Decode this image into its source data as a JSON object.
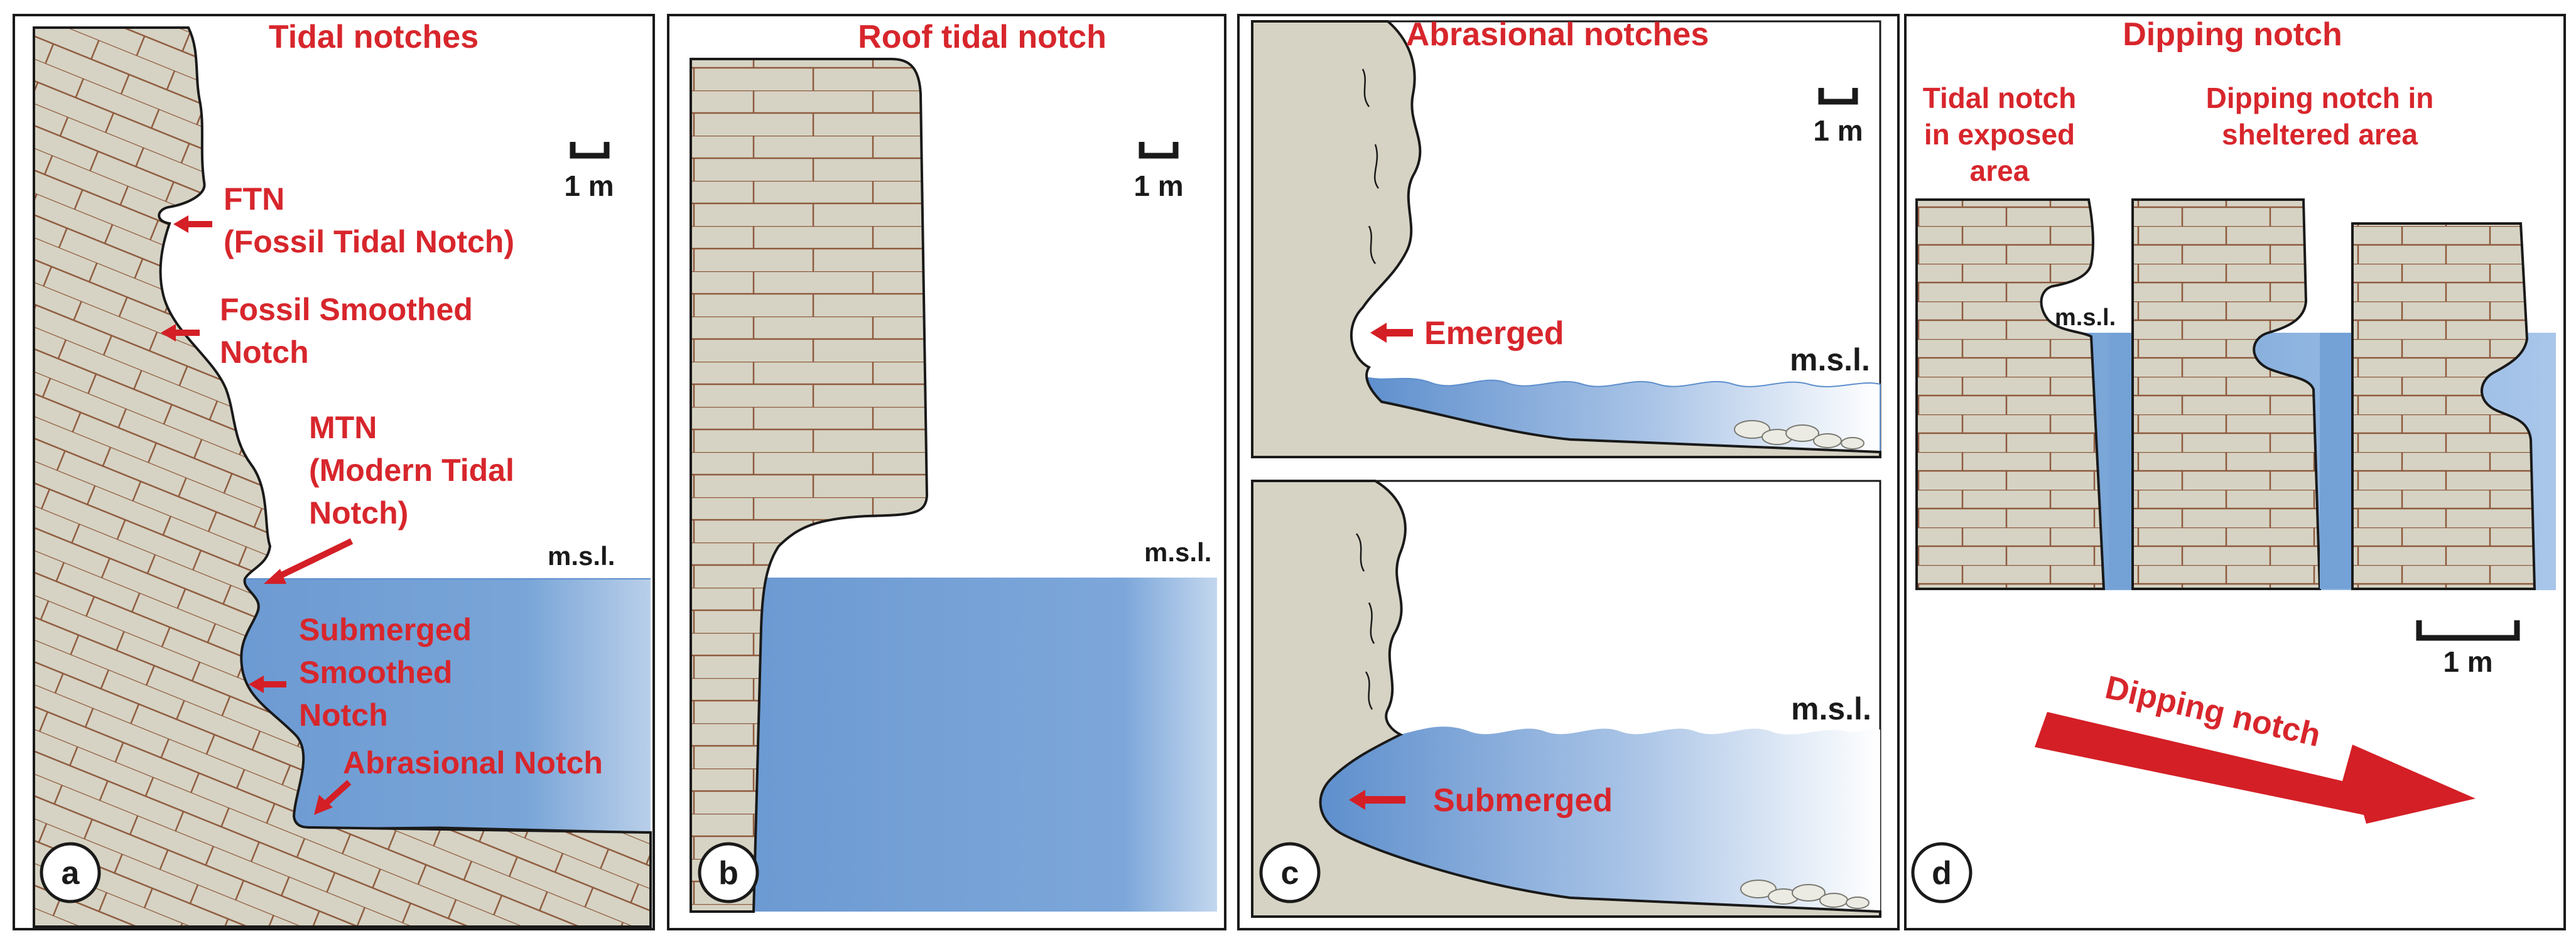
{
  "colors": {
    "rock": "#d6d3c4",
    "rock_line": "#8e5a3d",
    "water": "#74a2d6",
    "water_deep": "#6c9ad2",
    "label_red": "#d7262c",
    "arrow_red": "#d41f26",
    "sand": "#d9ae7c",
    "outline": "#1a1a1a"
  },
  "panels": {
    "a": {
      "title": "Tidal notches",
      "badge": "a",
      "scale": "1 m",
      "msl": "m.s.l.",
      "labels": {
        "ftn_1": "FTN",
        "ftn_2": "(Fossil Tidal Notch)",
        "fsn_1": "Fossil Smoothed",
        "fsn_2": "Notch",
        "mtn_1": "MTN",
        "mtn_2": "(Modern Tidal",
        "mtn_3": "Notch)",
        "ssn_1": "Submerged",
        "ssn_2": "Smoothed",
        "ssn_3": "Notch",
        "abr": "Abrasional Notch"
      }
    },
    "b": {
      "title": "Roof tidal notch",
      "badge": "b",
      "scale": "1 m",
      "msl": "m.s.l."
    },
    "c": {
      "title": "Abrasional notches",
      "badge": "c",
      "scale": "1 m",
      "msl_top": "m.s.l.",
      "msl_bottom": "m.s.l.",
      "emerged": "Emerged",
      "submerged": "Submerged"
    },
    "d": {
      "title": "Dipping notch",
      "badge": "d",
      "scale": "1 m",
      "msl": "m.s.l.",
      "sub1_1": "Tidal notch",
      "sub1_2": "in exposed",
      "sub1_3": "area",
      "sub2_1": "Dipping notch in",
      "sub2_2": "sheltered area",
      "arrow_label": "Dipping notch"
    }
  }
}
